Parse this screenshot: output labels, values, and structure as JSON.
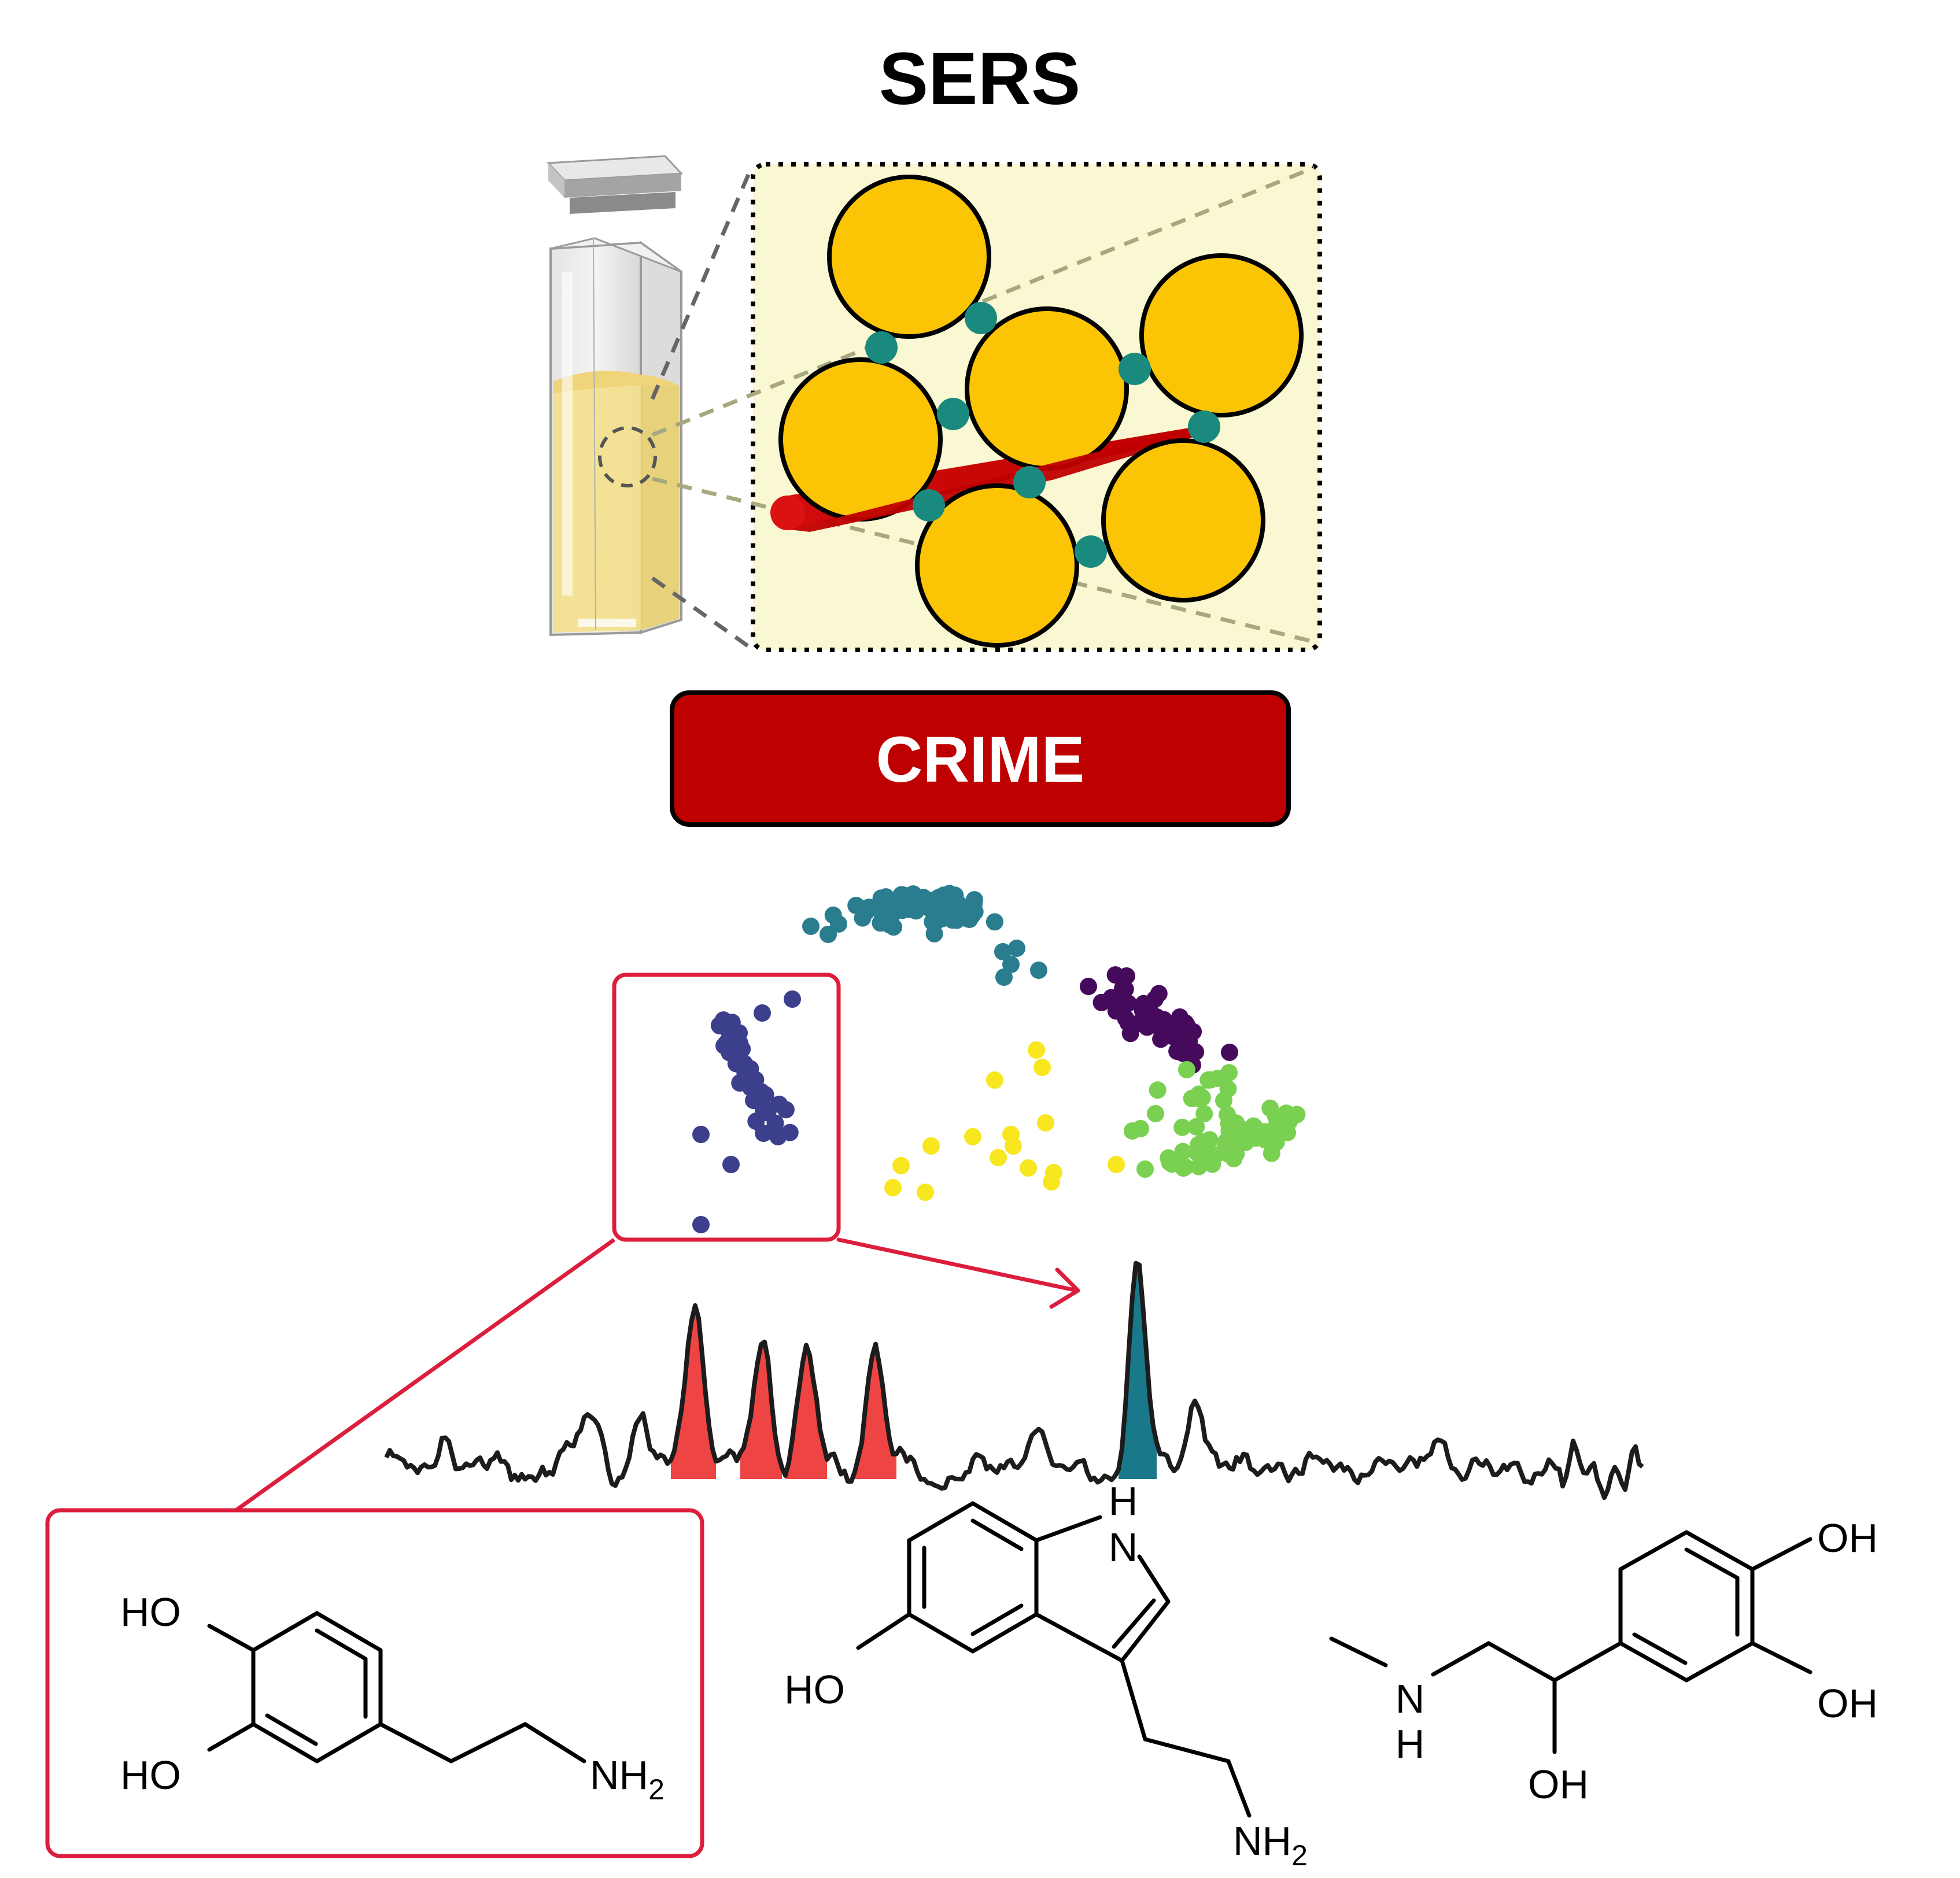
{
  "title": "SERS",
  "method_label": "CRIME",
  "colors": {
    "banner": "#bf0000",
    "highlight": "#dc1e3c",
    "nanoparticle": "#fbc404",
    "linker": "#1a8a7e",
    "peak_red": "#ee4444",
    "peak_teal": "#19798a"
  },
  "clusters": [
    {
      "name": "teal",
      "color": "#2a7c8f"
    },
    {
      "name": "navy",
      "color": "#3c3f8c"
    },
    {
      "name": "purple",
      "color": "#450a5c"
    },
    {
      "name": "yellow",
      "color": "#f8e61f"
    },
    {
      "name": "green",
      "color": "#7ad151"
    }
  ],
  "molecules": {
    "dopamine": {
      "ho_top": "HO",
      "ho_bottom": "HO",
      "amine": "NH",
      "amine_sub": "2"
    },
    "serotonin": {
      "nh_h": "H",
      "nh_n": "N",
      "ho": "HO",
      "amine": "NH",
      "amine_sub": "2"
    },
    "epinephrine": {
      "oh_top": "OH",
      "oh_mid": "OH",
      "oh_side": "OH",
      "n": "N",
      "n_h": "H"
    }
  }
}
